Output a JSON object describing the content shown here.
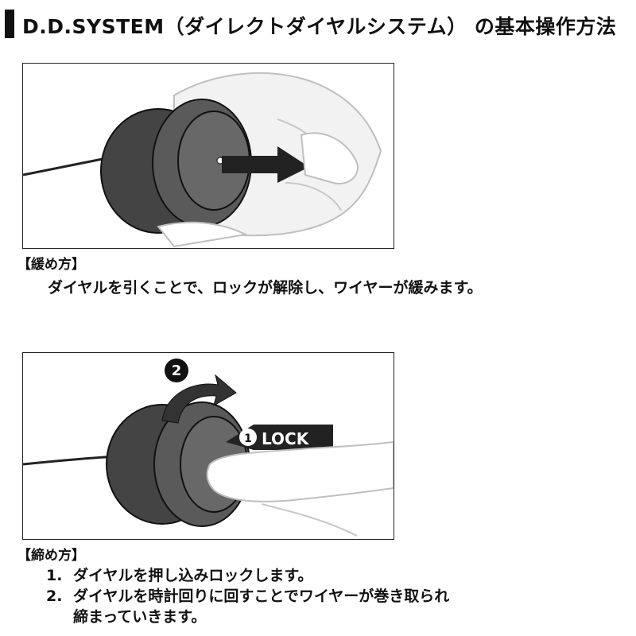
{
  "title": "D.D.SYSTEM（ダイレクトダイヤルシステム） の基本操作方法",
  "loosen": {
    "heading": "【緩め方】",
    "description": "ダイヤルを引くことで、ロックが解除し、ワイヤーが緩みます。"
  },
  "tighten": {
    "heading": "【締め方】",
    "steps": [
      {
        "num": "1.",
        "text": "ダイヤルを押し込みロックします。"
      },
      {
        "num": "2.",
        "text": "ダイヤルを時計回りに回すことでワイヤーが巻き取られ\n締まっていきます。"
      }
    ],
    "badge_push": "1",
    "badge_rotate": "2",
    "lock_label": "LOCK"
  }
}
